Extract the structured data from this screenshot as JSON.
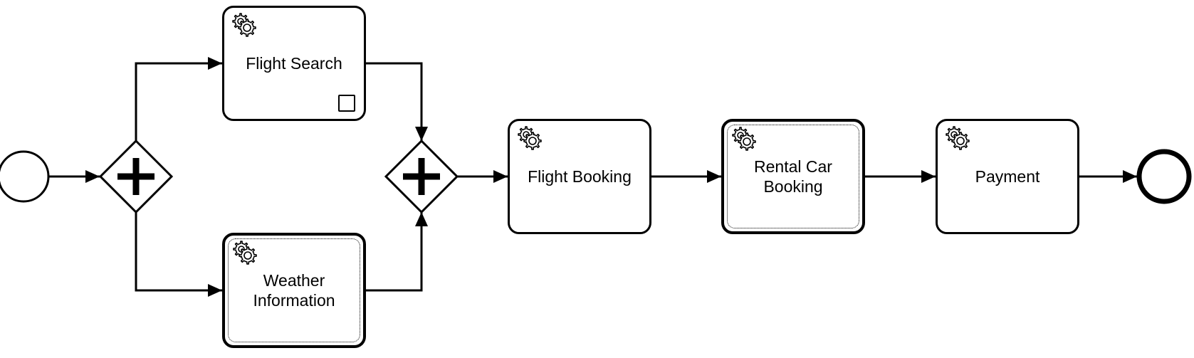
{
  "tasks": {
    "flight_search": {
      "label": "Flight Search",
      "icon": "service-gear-icon",
      "marker": "loop-marker-icon"
    },
    "weather_information": {
      "label": "Weather\nInformation",
      "icon": "service-gear-icon"
    },
    "flight_booking": {
      "label": "Flight Booking",
      "icon": "service-gear-icon"
    },
    "rental_car_booking": {
      "label": "Rental Car\nBooking",
      "icon": "service-gear-icon"
    },
    "payment": {
      "label": "Payment",
      "icon": "service-gear-icon"
    }
  },
  "events": {
    "start": {
      "kind": "start-event"
    },
    "end": {
      "kind": "end-event"
    }
  },
  "gateways": {
    "split": {
      "kind": "parallel-gateway"
    },
    "join": {
      "kind": "parallel-gateway"
    }
  },
  "colors": {
    "stroke": "#000000",
    "fill": "#ffffff"
  }
}
